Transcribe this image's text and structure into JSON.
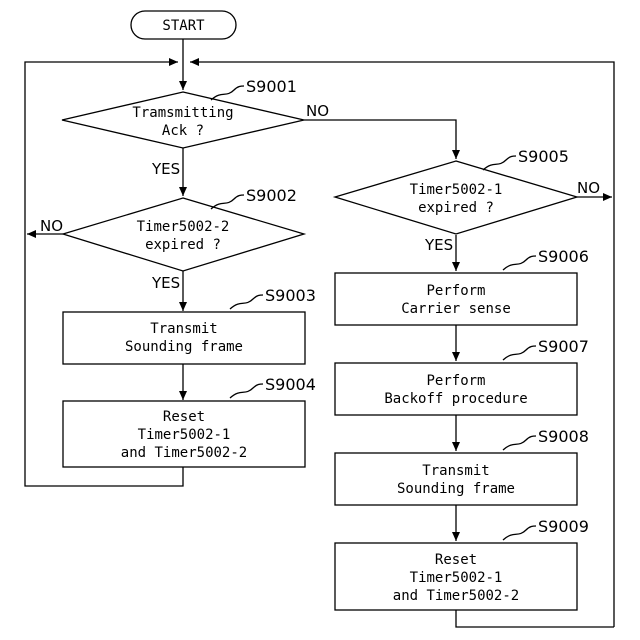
{
  "start": {
    "label": "START"
  },
  "nodes": {
    "s9001": {
      "step": "S9001",
      "lines": [
        "Tramsmitting",
        "Ack ?"
      ]
    },
    "s9002": {
      "step": "S9002",
      "lines": [
        "Timer5002-2",
        "expired ?"
      ]
    },
    "s9003": {
      "step": "S9003",
      "lines": [
        "Transmit",
        "Sounding frame"
      ]
    },
    "s9004": {
      "step": "S9004",
      "lines": [
        "Reset",
        "Timer5002-1",
        "and Timer5002-2"
      ]
    },
    "s9005": {
      "step": "S9005",
      "lines": [
        "Timer5002-1",
        "expired ?"
      ]
    },
    "s9006": {
      "step": "S9006",
      "lines": [
        "Perform",
        "Carrier sense"
      ]
    },
    "s9007": {
      "step": "S9007",
      "lines": [
        "Perform",
        "Backoff procedure"
      ]
    },
    "s9008": {
      "step": "S9008",
      "lines": [
        "Transmit",
        "Sounding frame"
      ]
    },
    "s9009": {
      "step": "S9009",
      "lines": [
        "Reset",
        "Timer5002-1",
        "and Timer5002-2"
      ]
    }
  },
  "edge_labels": {
    "s9001_yes": "YES",
    "s9001_no": "NO",
    "s9002_yes": "YES",
    "s9002_no": "NO",
    "s9005_yes": "YES",
    "s9005_no": "NO"
  }
}
